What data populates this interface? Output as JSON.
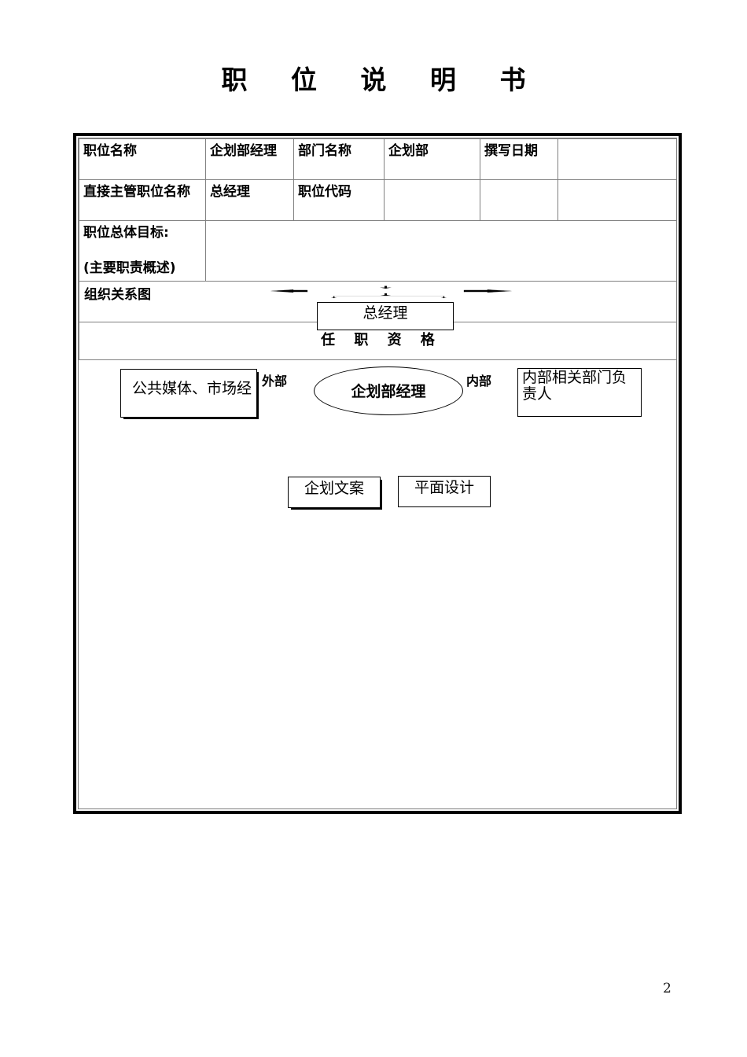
{
  "document": {
    "title": "职 位 说 明 书",
    "page_number": "2"
  },
  "form": {
    "rows": [
      {
        "label1": "职位名称",
        "value1": "企划部经理",
        "label2": "部门名称",
        "value2": "企划部",
        "label3": "撰写日期",
        "value3": ""
      },
      {
        "label1": "直接主管职位名称",
        "value1": "总经理",
        "label2": "职位代码",
        "value2": "",
        "label3": "",
        "value3": ""
      }
    ],
    "objective": {
      "line1": "职位总体目标:",
      "line2": "(主要职责概述)",
      "value": ""
    },
    "org_chart_label": "组织关系图",
    "qualification_label": "任 职 资 格"
  },
  "org_chart": {
    "nodes": {
      "general_manager": "总经理",
      "planning_manager": "企划部经理",
      "external_party": "公共媒体、市场经",
      "internal_party": "内部相关部门负责人",
      "planning_copywriter": "企划文案",
      "graphic_design": "平面设计"
    },
    "edge_labels": {
      "external": "外部",
      "internal": "内部"
    }
  }
}
